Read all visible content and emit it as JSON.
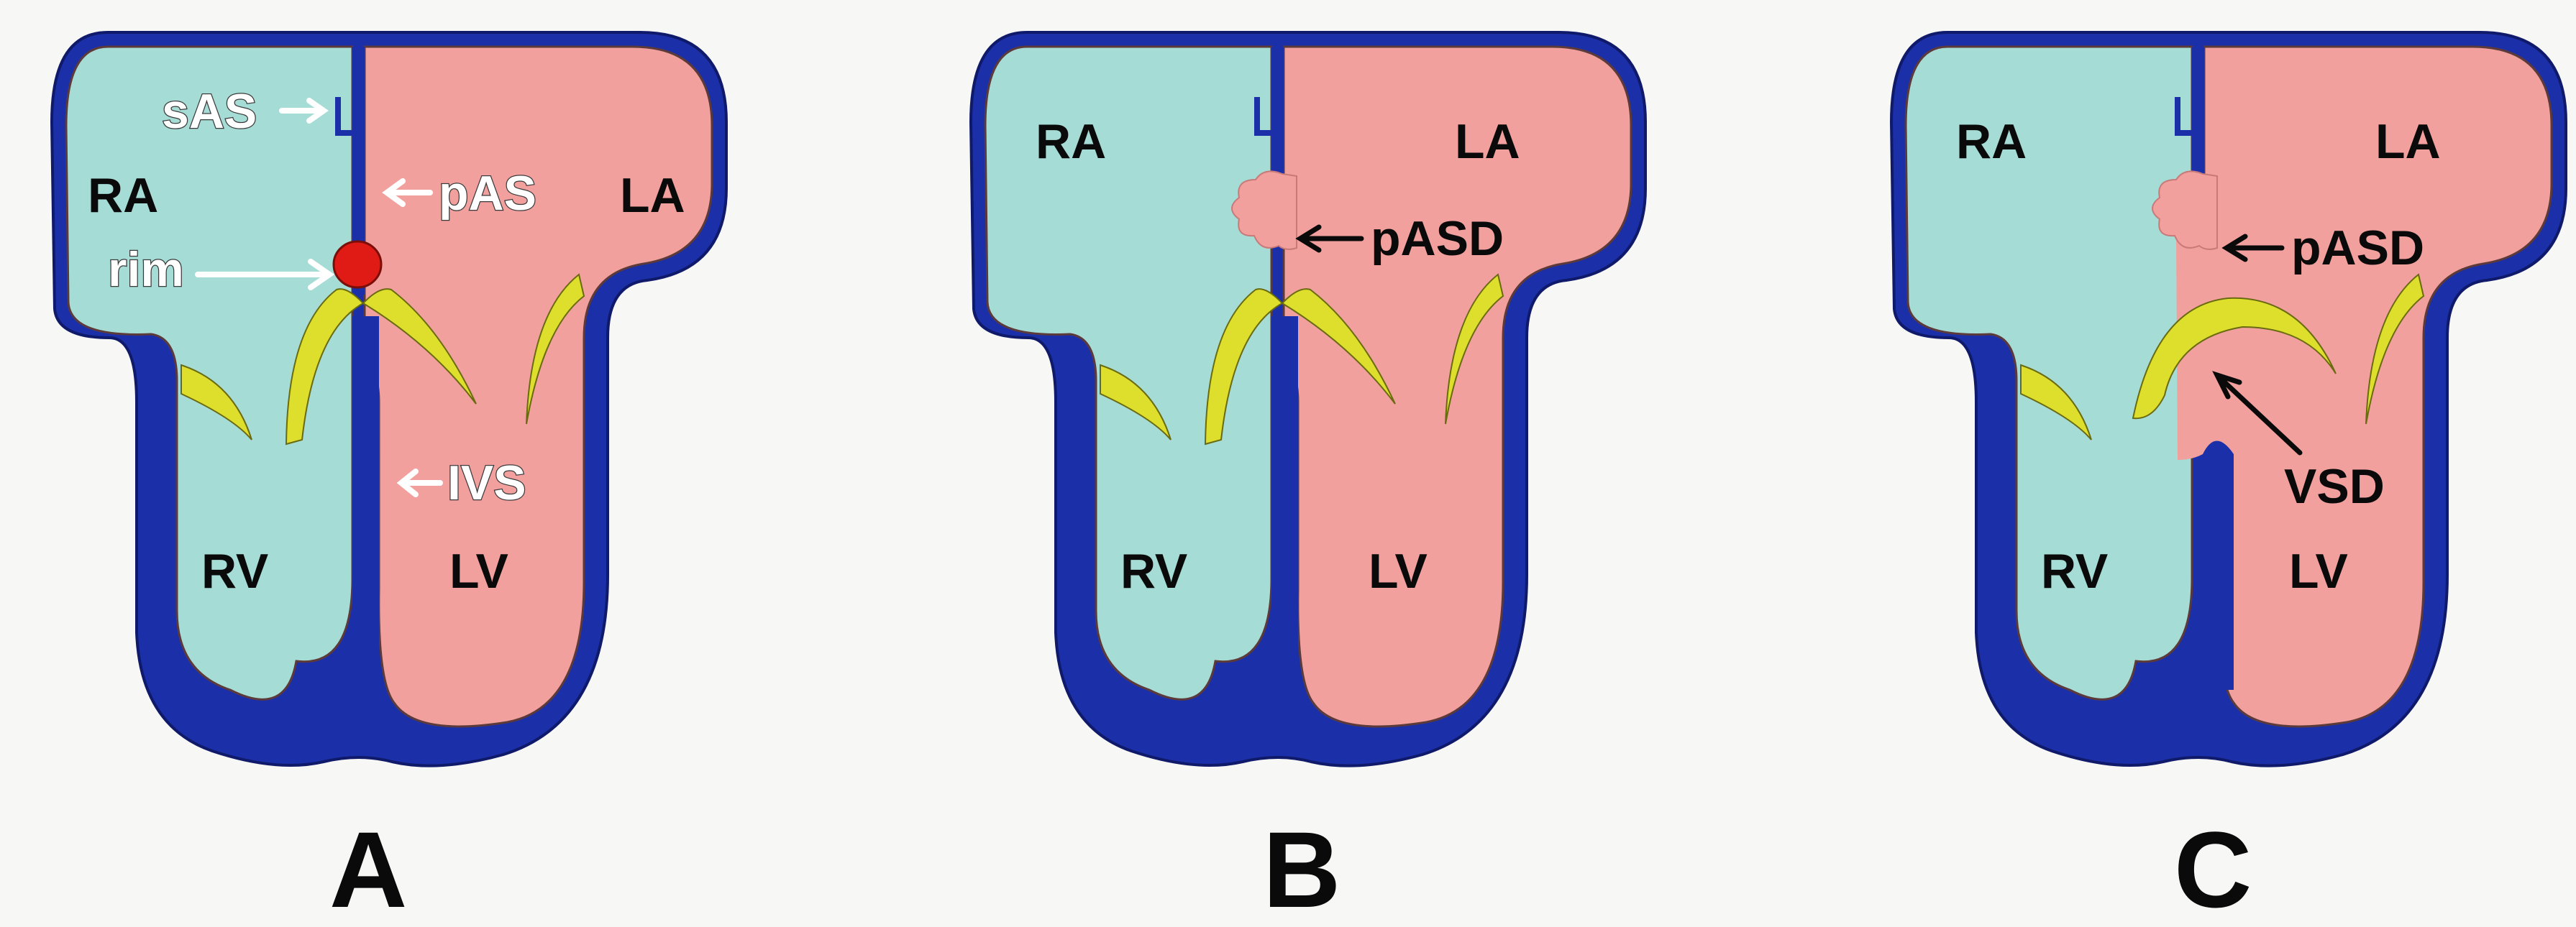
{
  "colors": {
    "wall": "#1b2fa8",
    "wall_outline": "#101a6a",
    "right_heart": "#a6dcd6",
    "left_heart": "#f2a09d",
    "valve": "#dede2c",
    "rim": "#e01a14",
    "background": "#f7f7f5"
  },
  "panels": [
    {
      "letter": "A",
      "labels": {
        "ra": "RA",
        "la": "LA",
        "rv": "RV",
        "lv": "LV"
      },
      "annotations": {
        "sas": "sAS",
        "pas": "pAS",
        "rim": "rim",
        "ivs": "IVS"
      }
    },
    {
      "letter": "B",
      "labels": {
        "ra": "RA",
        "la": "LA",
        "rv": "RV",
        "lv": "LV"
      },
      "annotations": {
        "pasd": "pASD"
      }
    },
    {
      "letter": "C",
      "labels": {
        "ra": "RA",
        "la": "LA",
        "rv": "RV",
        "lv": "LV"
      },
      "annotations": {
        "pasd": "pASD",
        "vsd": "VSD"
      }
    }
  ]
}
